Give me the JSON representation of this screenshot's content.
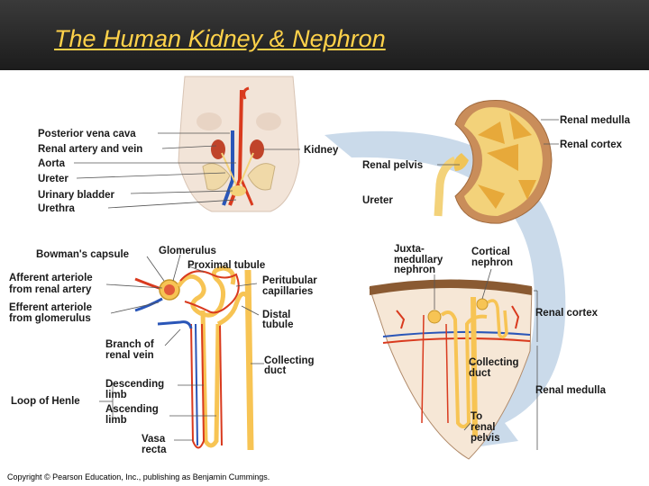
{
  "title": "The Human Kidney & Nephron",
  "labels": {
    "posterior_vena_cava": "Posterior vena cava",
    "renal_artery_vein": "Renal artery and vein",
    "aorta": "Aorta",
    "ureter_body": "Ureter",
    "urinary_bladder": "Urinary bladder",
    "urethra": "Urethra",
    "kidney": "Kidney",
    "renal_medulla_top": "Renal medulla",
    "renal_cortex_top": "Renal cortex",
    "renal_pelvis_top": "Renal pelvis",
    "ureter_kidney": "Ureter",
    "bowmans_capsule": "Bowman's capsule",
    "glomerulus": "Glomerulus",
    "proximal_tubule": "Proximal tubule",
    "afferent_1": "Afferent arteriole",
    "afferent_2": "from renal artery",
    "peritubular_1": "Peritubular",
    "peritubular_2": "capillaries",
    "efferent_1": "Efferent arteriole",
    "efferent_2": "from glomerulus",
    "distal_1": "Distal",
    "distal_2": "tubule",
    "branch_vein_1": "Branch of",
    "branch_vein_2": "renal vein",
    "collecting_duct_1": "Collecting",
    "collecting_duct_2": "duct",
    "descending_1": "Descending",
    "descending_2": "limb",
    "loop_of_henle": "Loop of Henle",
    "ascending_1": "Ascending",
    "ascending_2": "limb",
    "vasa_1": "Vasa",
    "vasa_2": "recta",
    "juxta_1": "Juxta-",
    "juxta_2": "medullary",
    "juxta_3": "nephron",
    "cortical_1": "Cortical",
    "cortical_2": "nephron",
    "renal_cortex_bottom": "Renal cortex",
    "collecting_duct_r1": "Collecting",
    "collecting_duct_r2": "duct",
    "renal_medulla_bottom": "Renal medulla",
    "to_pelvis_1": "To",
    "to_pelvis_2": "renal",
    "to_pelvis_3": "pelvis"
  },
  "copyright": "Copyright © Pearson Education, Inc., publishing as Benjamin Cummings.",
  "colors": {
    "header": "#2a2a2a",
    "title": "#ffd24a",
    "artery": "#d93a1e",
    "vein": "#2a56b8",
    "tubule": "#f7c454",
    "cortex": "#c98d5a",
    "arrow": "#b8cde3"
  }
}
